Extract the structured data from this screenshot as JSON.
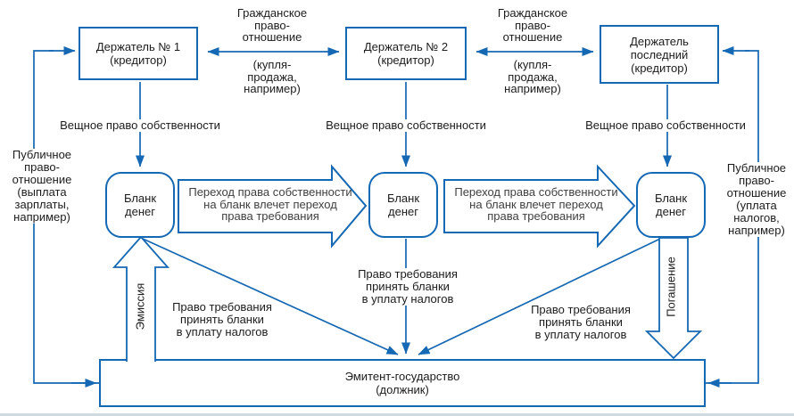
{
  "colors": {
    "line_blue": "#1568b3",
    "text_black": "#1c1c1c",
    "arrow_text_gray": "#3f3f3f",
    "background": "#ffffff"
  },
  "boxes": {
    "holder1": [
      "Держатель № 1",
      "(кредитор)"
    ],
    "holder2": [
      "Держатель № 2",
      "(кредитор)"
    ],
    "holder_last": [
      "Держатель",
      "последний",
      "(кредитор)"
    ],
    "money_blank": [
      "Бланк",
      "денег"
    ],
    "issuer": [
      "Эмитент-государство",
      "(должник)"
    ]
  },
  "labels": {
    "civil_relation": [
      "Гражданское",
      "право-",
      "отношение"
    ],
    "civil_example": [
      "(купля-",
      "продажа,",
      "например)"
    ],
    "property_right": "Вещное право собственности",
    "public_left": [
      "Публичное",
      "право-",
      "отношение",
      "(выплата",
      "зарплаты,",
      "например)"
    ],
    "public_right": [
      "Публичное",
      "право-",
      "отношение",
      "(уплата",
      "налогов,",
      "например)"
    ],
    "ownership_transfer": [
      "Переход права собственности",
      "на бланк влечет переход",
      "права требования"
    ],
    "claim_right": [
      "Право требования",
      "принять бланки",
      "в уплату налогов"
    ],
    "emission": "Эмиссия",
    "redemption": "Погашение"
  }
}
